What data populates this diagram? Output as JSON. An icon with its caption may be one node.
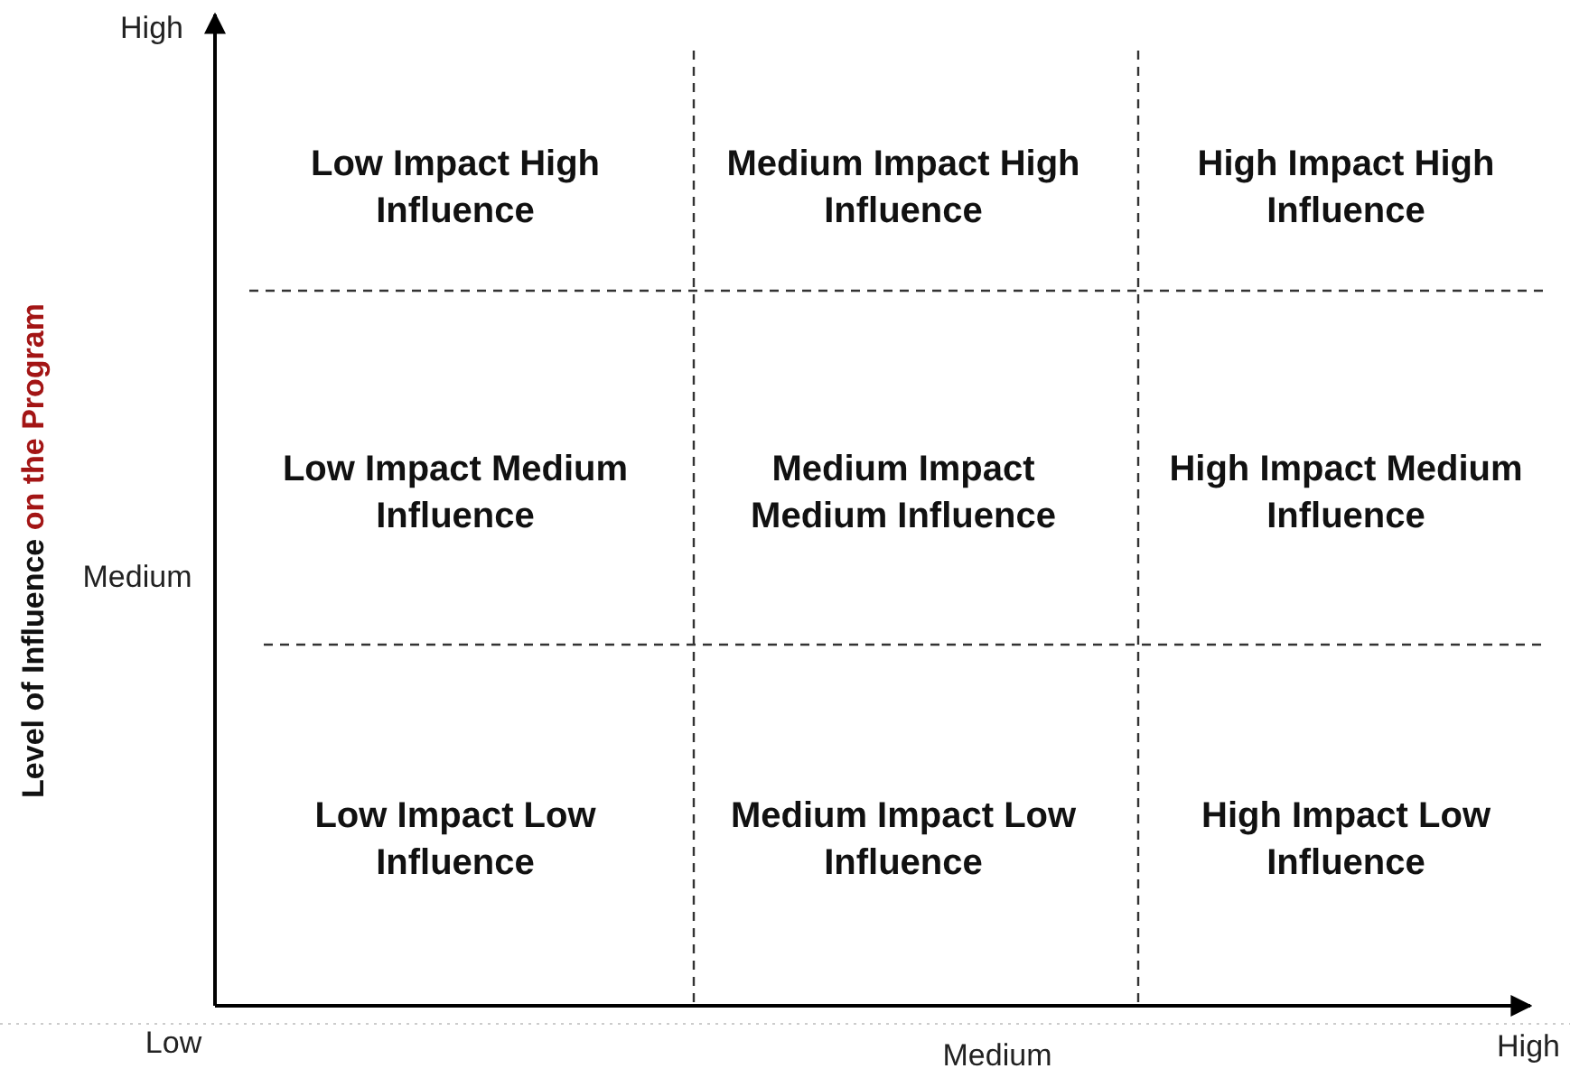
{
  "diagram": {
    "nodes": [
      {
        "text": [
          "Low Impact High Influence"
        ]
      },
      {
        "text": [
          "Medium Impact High Influence"
        ]
      },
      {
        "text": [
          "High Impact High Influence"
        ]
      },
      {
        "text": [
          "Low Impact Medium Influence"
        ]
      },
      {
        "text": [
          "Medium Impact Medium Influence"
        ]
      },
      {
        "text": [
          "High Impact Medium Influence"
        ]
      },
      {
        "text": [
          "Low Impact Low Influence"
        ]
      },
      {
        "text": [
          "Medium Impact Low Influence"
        ]
      },
      {
        "text": [
          "High Impact Low Influence"
        ]
      }
    ],
    "labels": [
      "High",
      "Level of Influence",
      "on the Program",
      "Medium",
      "Low",
      "Medium",
      "High"
    ]
  }
}
